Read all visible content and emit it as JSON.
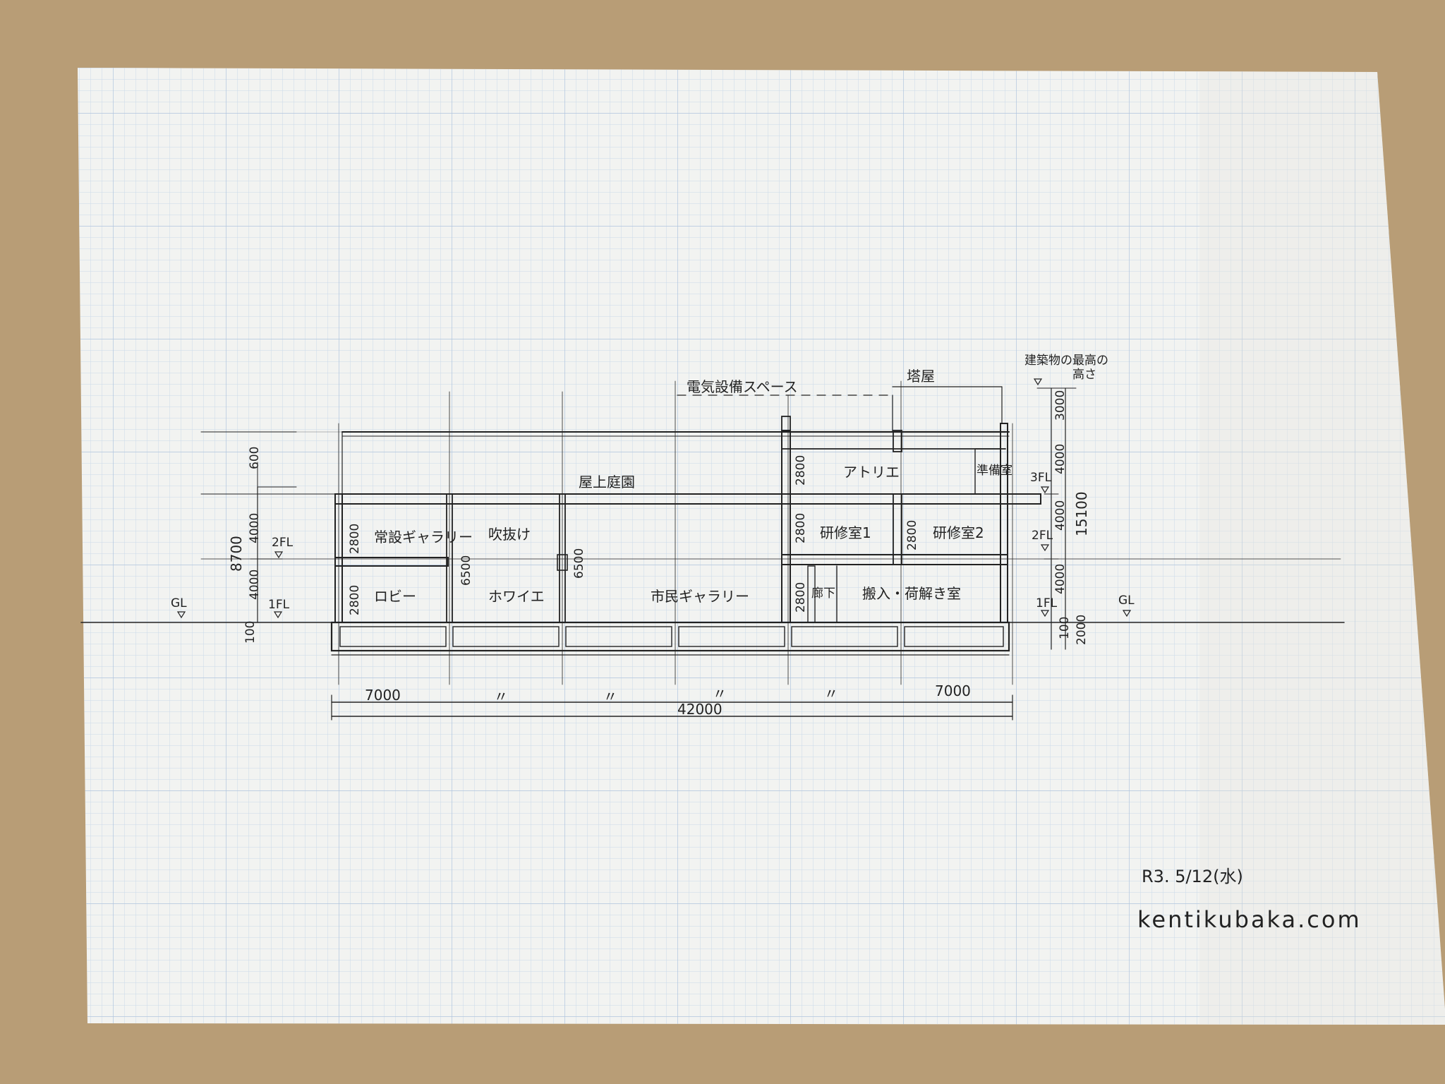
{
  "drawing": {
    "type": "building-section",
    "labels": {
      "electrical_space": "電気設備スペース",
      "penthouse": "塔屋",
      "max_height_line1": "建築物の最高の",
      "max_height_line2": "高さ",
      "rooftop_garden": "屋上庭園",
      "atelier": "アトリエ",
      "prep_room": "準備室",
      "permanent_gallery": "常設ギャラリー",
      "atrium": "吹抜け",
      "training_room_1": "研修室1",
      "training_room_2": "研修室2",
      "lobby": "ロビー",
      "foyer": "ホワイエ",
      "citizen_gallery": "市民ギャラリー",
      "corridor": "廊下",
      "loading": "搬入・荷解き室"
    },
    "levels": {
      "gl": "GL",
      "fl1": "1FL",
      "fl2": "2FL",
      "fl3": "3FL"
    },
    "dimensions": {
      "total_width": "42000",
      "bay_end": "7000",
      "ditto": "〃",
      "left_total_height": "8700",
      "floor_height": "4000",
      "parapet": "600",
      "room_height": "2800",
      "atrium_height": "6500",
      "penthouse_height": "3000",
      "right_total_height": "15100",
      "foundation_left": "100",
      "foundation_right": "2000"
    },
    "signature": {
      "date": "R3. 5/12(水)",
      "site": "kentikubaka.com"
    }
  },
  "colors": {
    "background": "#b89d76",
    "paper": "#f2f3f1",
    "grid": "#b9cde3",
    "ink": "#222222"
  }
}
